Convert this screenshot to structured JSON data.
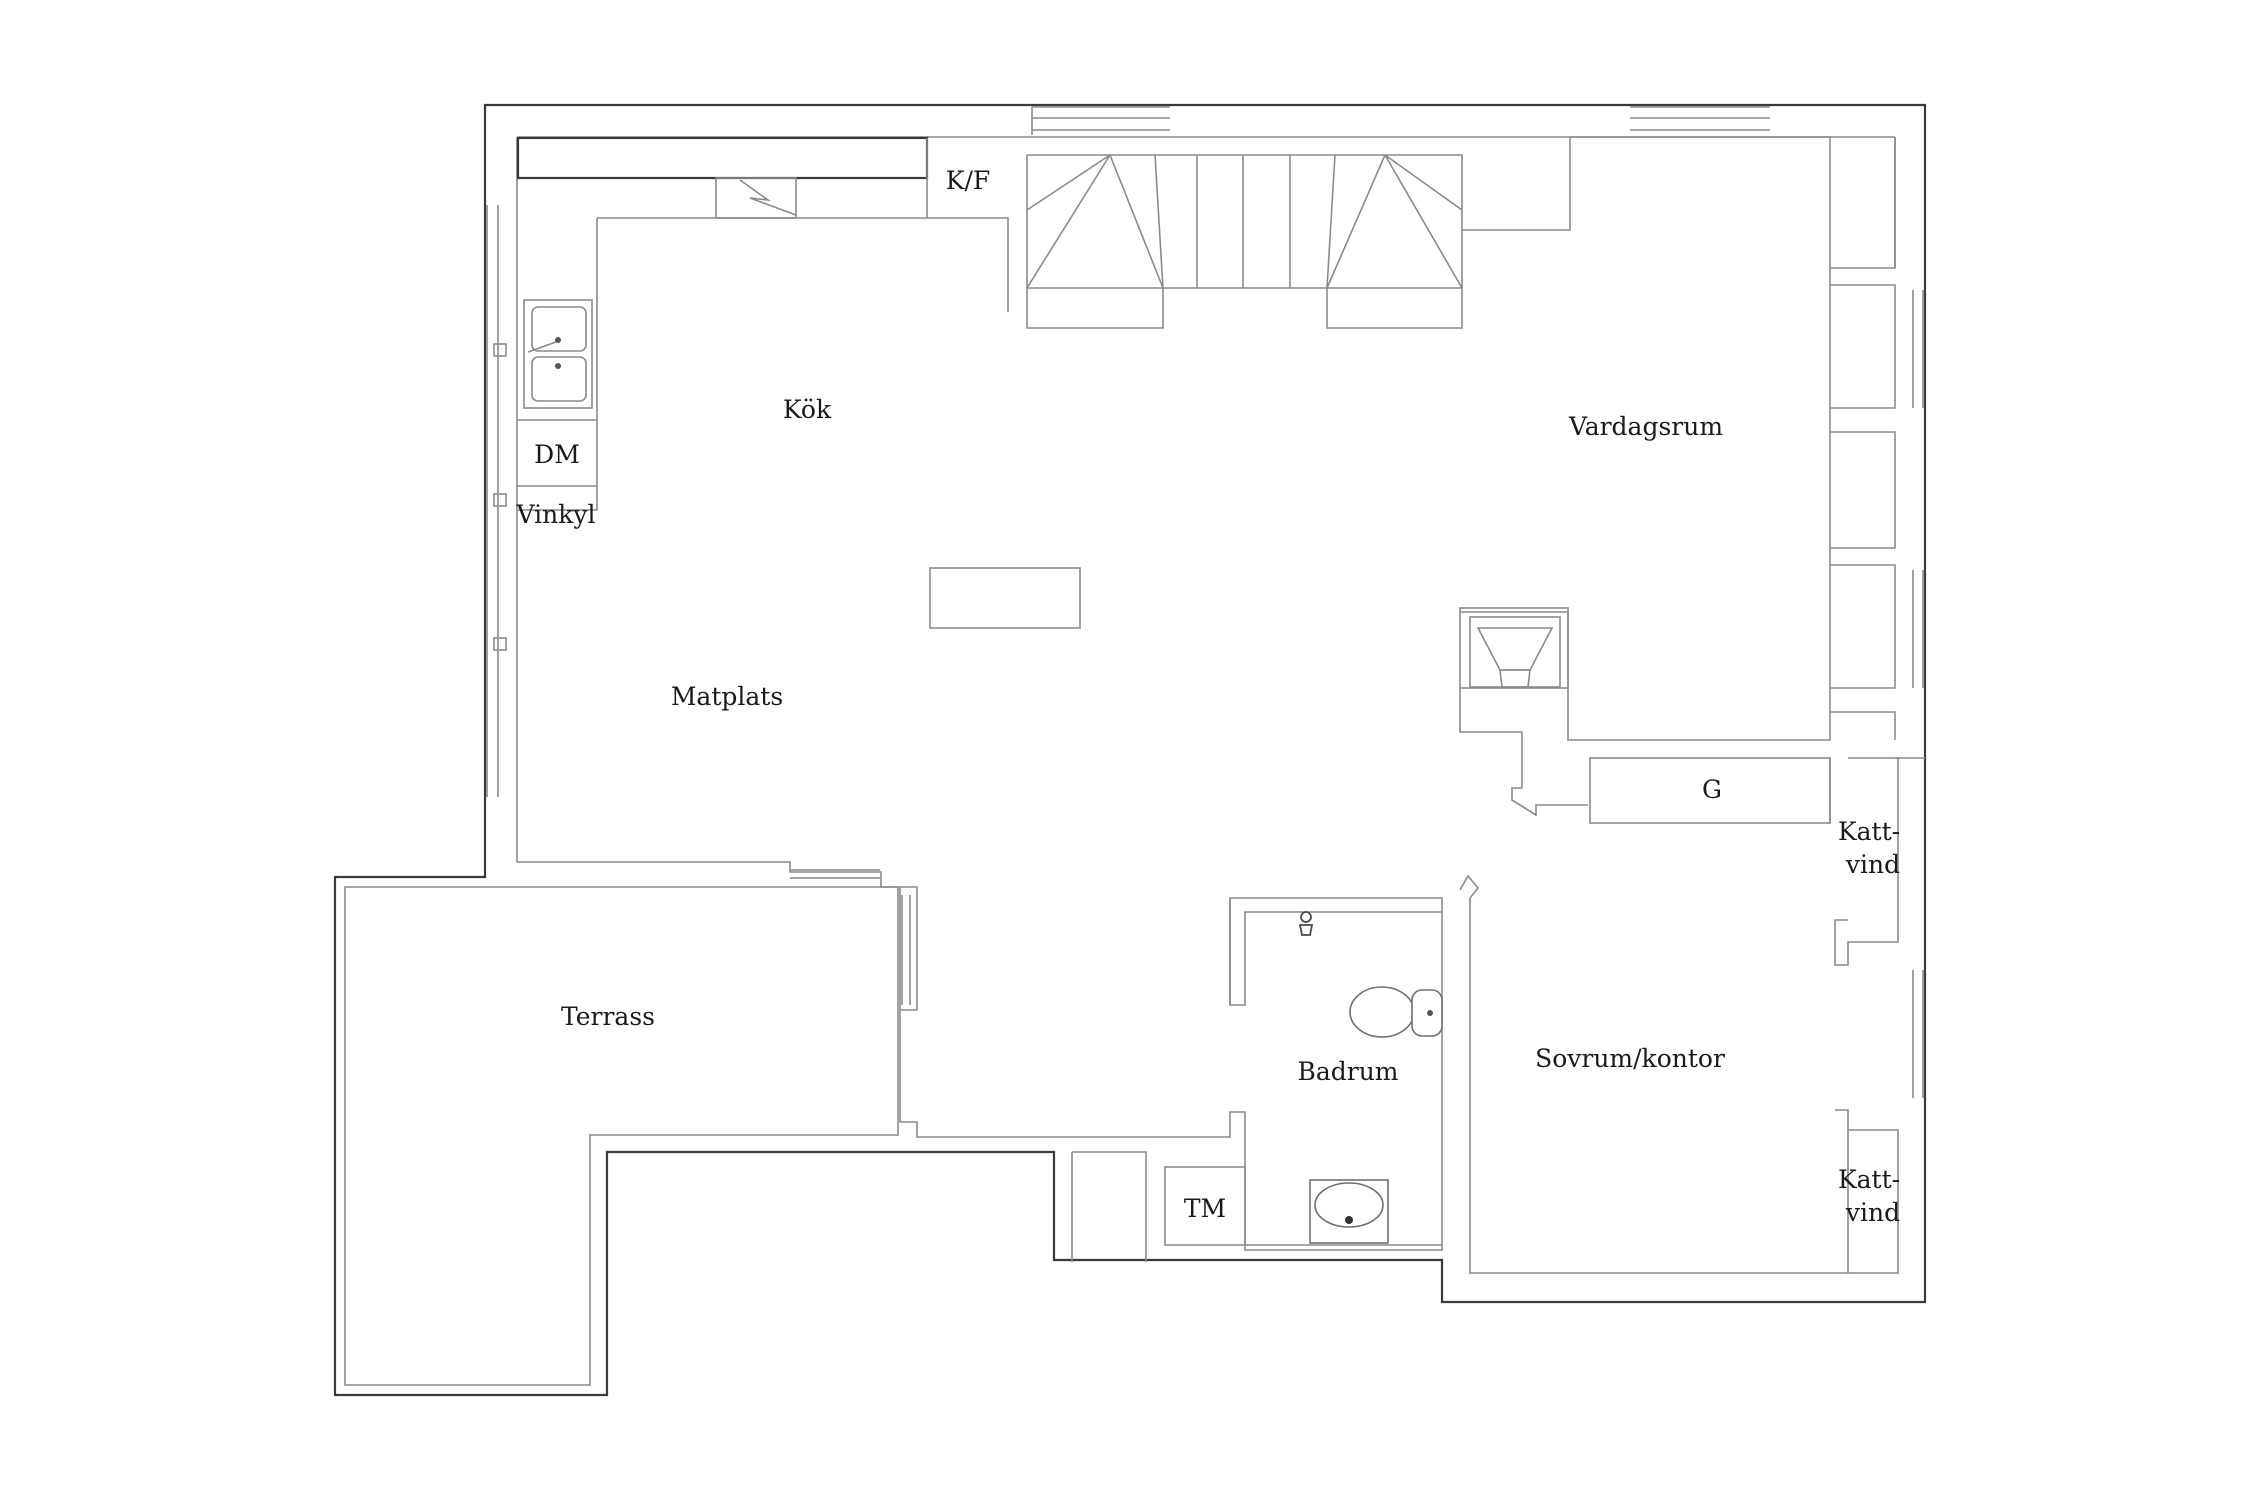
{
  "rooms": {
    "kok": "Kök",
    "matplats": "Matplats",
    "vardagsrum": "Vardagsrum",
    "terrass": "Terrass",
    "badrum": "Badrum",
    "sovrum": "Sovrum/kontor"
  },
  "fixtures": {
    "kf": "K/F",
    "dm": "DM",
    "vinkyl": "Vinkyl",
    "g": "G",
    "tm": "TM",
    "kattvind_1": [
      "Katt-",
      "vind"
    ],
    "kattvind_2": [
      "Katt-",
      "vind"
    ]
  },
  "colors": {
    "wall": "#3a3a3a",
    "line": "#8a8a8a",
    "background": "#ffffff"
  }
}
